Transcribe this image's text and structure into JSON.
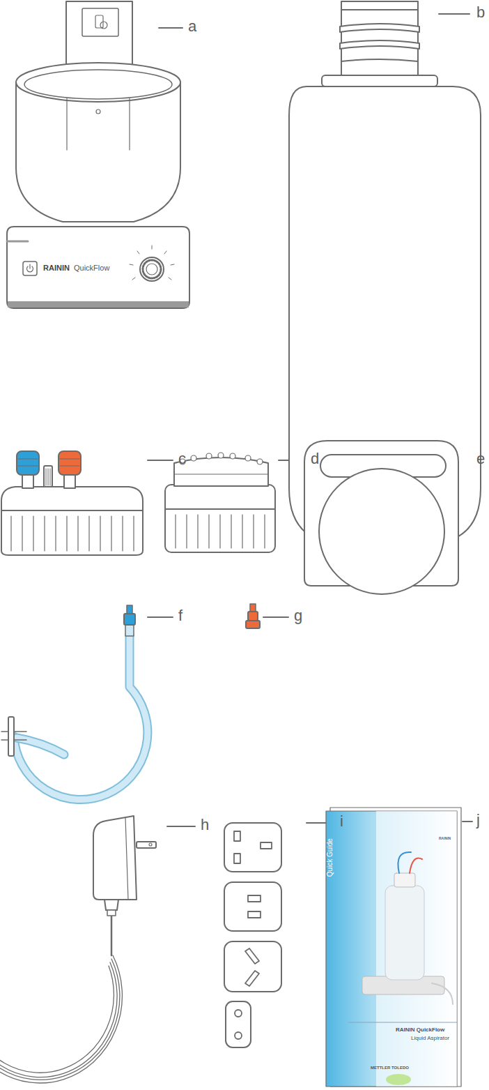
{
  "diagram": {
    "labels": [
      "a",
      "b",
      "c",
      "d",
      "e",
      "f",
      "g",
      "h",
      "i",
      "j",
      "RAININ",
      "QuickFlow",
      "Quick Guide",
      "RAININ",
      "RAININ QuickFlow",
      "Liquid Aspirator",
      "METTLER TOLEDO"
    ]
  }
}
